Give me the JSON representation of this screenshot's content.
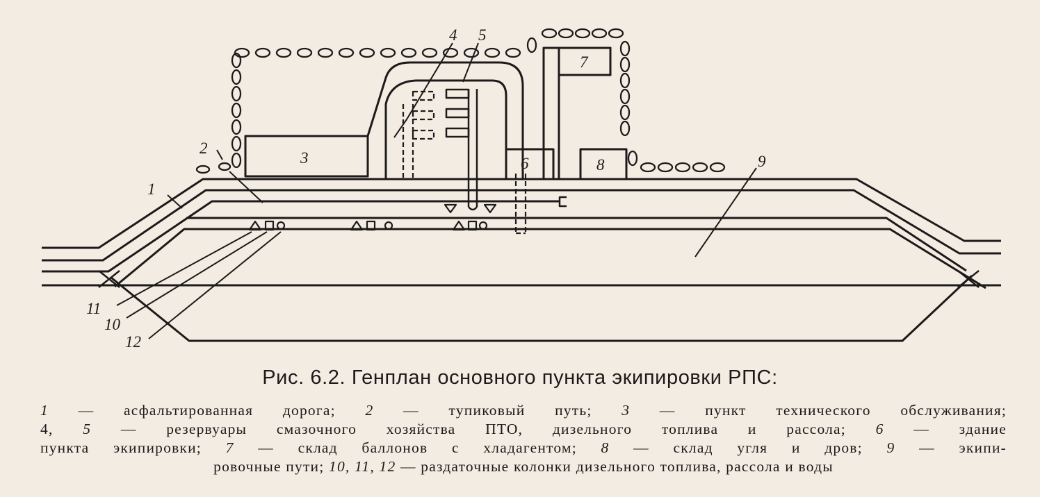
{
  "labels": {
    "n1": "1",
    "n2": "2",
    "n3": "3",
    "n4": "4",
    "n5": "5",
    "n6": "6",
    "n7": "7",
    "n8": "8",
    "n9": "9",
    "n10": "10",
    "n11": "11",
    "n12": "12"
  },
  "caption": "Рис. 6.2. Генплан основного пункта экипировки РПС:",
  "legend": {
    "line1": [
      {
        "num": "1",
        "text": " — асфальтированная дорога; "
      },
      {
        "num": "2",
        "text": " — тупиковый путь; "
      },
      {
        "num": "3",
        "text": " — пункт технического обслуживания;"
      }
    ],
    "line2": [
      {
        "num": "",
        "text": "4, "
      },
      {
        "num": "5",
        "text": " — резервуары смазочного хозяйства ПТО, дизельного топлива и рассола; "
      },
      {
        "num": "6",
        "text": " — здание"
      }
    ],
    "line3": [
      {
        "num": "",
        "text": "пункта экипировки; "
      },
      {
        "num": "7",
        "text": " — склад баллонов с хладагентом; "
      },
      {
        "num": "8",
        "text": " — склад угля и дров; "
      },
      {
        "num": "9",
        "text": " — экипи-"
      }
    ],
    "line4": [
      {
        "num": "",
        "text": "ровочные пути; "
      },
      {
        "num": "10, 11, 12",
        "text": " — раздаточные колонки дизельного топлива, рассола и воды"
      }
    ]
  }
}
